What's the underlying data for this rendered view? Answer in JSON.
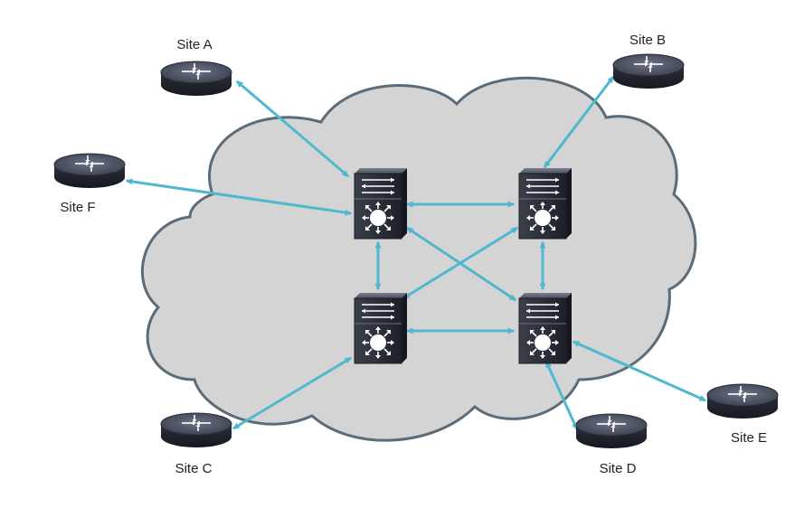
{
  "colors": {
    "link": "#4fb8cf",
    "cloud_fill": "#d4d4d4",
    "cloud_stroke": "#5b6b78",
    "router_top": "#4a5060",
    "router_side": "#1f232c",
    "switch_body": "#2a2e37",
    "icon_white": "#ffffff"
  },
  "sites": {
    "a": {
      "label": "Site A"
    },
    "b": {
      "label": "Site B"
    },
    "c": {
      "label": "Site C"
    },
    "d": {
      "label": "Site D"
    },
    "e": {
      "label": "Site E"
    },
    "f": {
      "label": "Site F"
    }
  },
  "icons": {
    "router": "router-icon",
    "core_switch": "multilayer-switch-icon"
  }
}
